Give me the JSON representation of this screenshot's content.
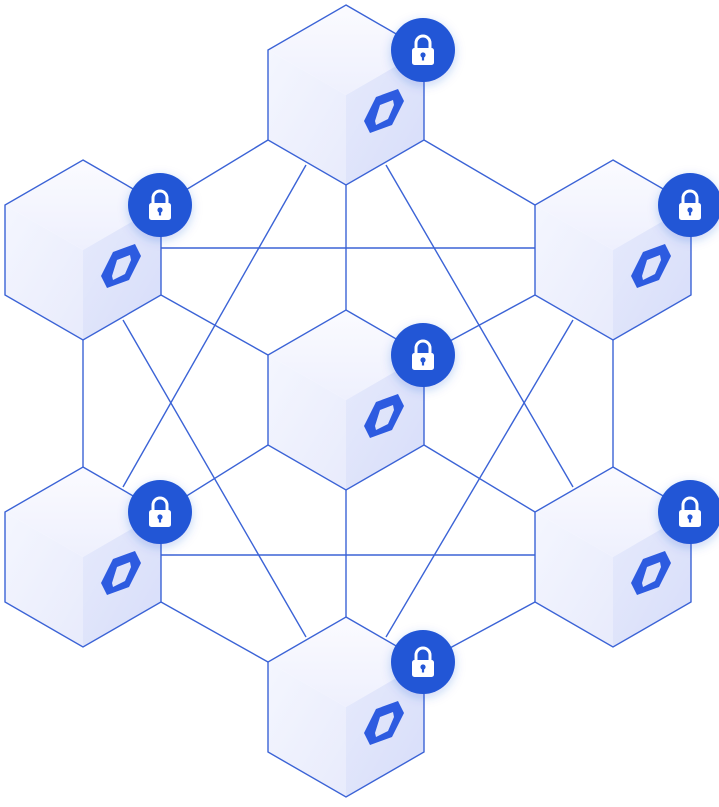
{
  "diagram": {
    "kind": "blockchain-network",
    "node_count": 7,
    "nodes": [
      {
        "id": "top",
        "icon": "lock-icon",
        "mark": "chain-link-icon"
      },
      {
        "id": "upper-left",
        "icon": "lock-icon",
        "mark": "chain-link-icon"
      },
      {
        "id": "upper-right",
        "icon": "lock-icon",
        "mark": "chain-link-icon"
      },
      {
        "id": "center",
        "icon": "lock-icon",
        "mark": "chain-link-icon"
      },
      {
        "id": "lower-left",
        "icon": "lock-icon",
        "mark": "chain-link-icon"
      },
      {
        "id": "lower-right",
        "icon": "lock-icon",
        "mark": "chain-link-icon"
      },
      {
        "id": "bottom",
        "icon": "lock-icon",
        "mark": "chain-link-icon"
      }
    ],
    "connections": [
      [
        "top",
        "upper-left"
      ],
      [
        "top",
        "upper-right"
      ],
      [
        "top",
        "center"
      ],
      [
        "top",
        "lower-left"
      ],
      [
        "top",
        "lower-right"
      ],
      [
        "upper-left",
        "upper-right"
      ],
      [
        "upper-left",
        "center"
      ],
      [
        "upper-left",
        "lower-left"
      ],
      [
        "upper-left",
        "bottom"
      ],
      [
        "upper-right",
        "center"
      ],
      [
        "upper-right",
        "lower-right"
      ],
      [
        "upper-right",
        "bottom"
      ],
      [
        "center",
        "lower-left"
      ],
      [
        "center",
        "lower-right"
      ],
      [
        "center",
        "bottom"
      ],
      [
        "lower-left",
        "lower-right"
      ],
      [
        "lower-left",
        "bottom"
      ],
      [
        "lower-right",
        "bottom"
      ]
    ],
    "colors": {
      "line": "#3b63d6",
      "badge": "#2457d6",
      "badge_edge": "#1d49c4",
      "cube_light": "#f6f7fe",
      "cube_mid": "#eceffd",
      "cube_dark": "#dfe4fb",
      "mark": "#2d5be0",
      "lock": "#ffffff"
    }
  }
}
